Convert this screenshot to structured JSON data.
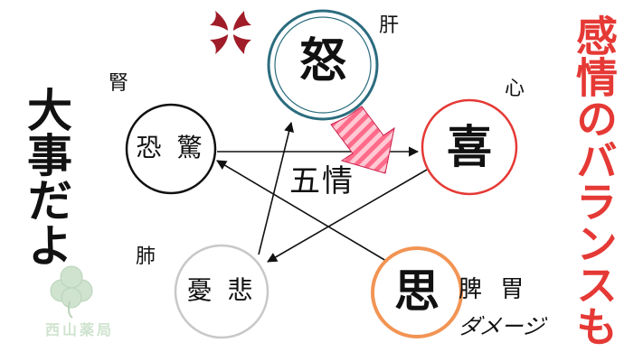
{
  "colors": {
    "red": "#e53935",
    "teal_ring": "#2b6c7e",
    "orange_ring": "#f29454",
    "gray_ring": "#c8c8c8",
    "black": "#111111",
    "logo_green": "#cfe3cf",
    "anger_mark": "#a01c28",
    "arrow_pink": "#ff6b8a",
    "arrow_stripe": "#ffc9d4"
  },
  "nodes": {
    "anger": {
      "char": "怒",
      "organ": "肝"
    },
    "joy": {
      "char": "喜",
      "organ": "心"
    },
    "thought": {
      "char": "思",
      "organ": "脾 胃"
    },
    "sorrow": {
      "char": "憂 悲",
      "organ": "肺"
    },
    "fear": {
      "char": "恐 驚",
      "organ": "腎"
    }
  },
  "center_label": "五情",
  "left_text": "大事だよ",
  "right_text": "感情のバランスも",
  "damage_text": "ダメージ",
  "icons": {
    "anger_mark": "anger-mark-icon",
    "down_arrow": "striped-down-arrow-icon",
    "logo": "clover-logo-icon"
  },
  "logo": {
    "text": "西山薬局"
  }
}
